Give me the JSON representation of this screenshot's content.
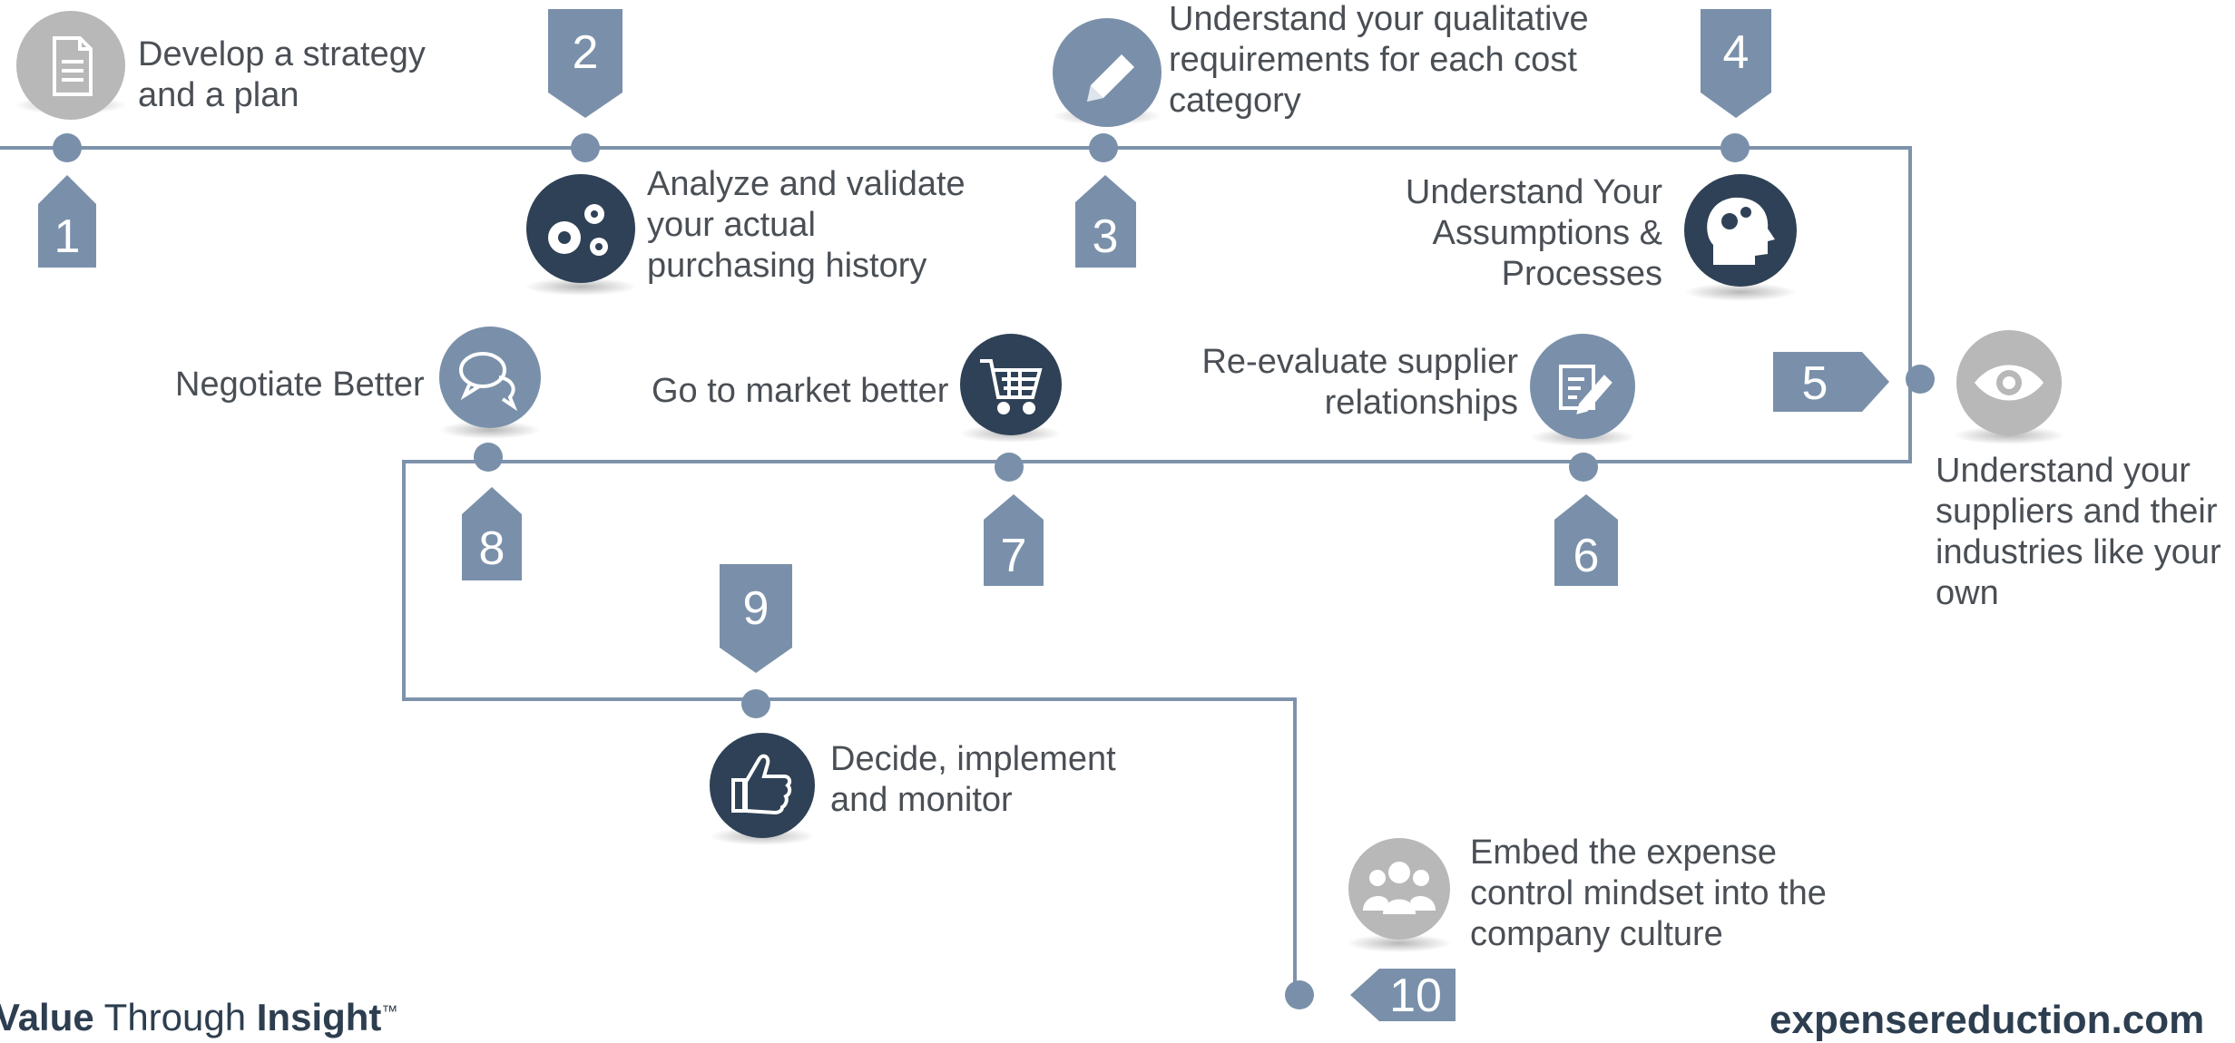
{
  "colors": {
    "line": "#7e93ab",
    "steel": "#7a90aa",
    "navy": "#2f4156",
    "gray": "#b8b8b8",
    "text": "#4a4f55"
  },
  "steps": [
    {
      "number": "1",
      "label": "Develop a strategy\nand a plan",
      "icon": "document-icon"
    },
    {
      "number": "2",
      "label": "Analyze and validate\nyour actual\npurchasing history",
      "icon": "gears-icon"
    },
    {
      "number": "3",
      "label": "Understand your qualitative\nrequirements for each cost\ncategory",
      "icon": "pencil-icon"
    },
    {
      "number": "4",
      "label": "Understand Your\nAssumptions &\nProcesses",
      "icon": "head-gears-icon"
    },
    {
      "number": "5",
      "label": "Understand your\nsuppliers and their\nindustries like your\nown",
      "icon": "eye-icon"
    },
    {
      "number": "6",
      "label": "Re-evaluate supplier\nrelationships",
      "icon": "edit-document-icon"
    },
    {
      "number": "7",
      "label": "Go to market better",
      "icon": "shopping-cart-icon"
    },
    {
      "number": "8",
      "label": "Negotiate Better",
      "icon": "speech-bubbles-icon"
    },
    {
      "number": "9",
      "label": "Decide, implement\nand monitor",
      "icon": "thumbs-up-icon"
    },
    {
      "number": "10",
      "label": "Embed the expense\ncontrol mindset into the\ncompany culture",
      "icon": "people-group-icon"
    }
  ],
  "footer": {
    "tagline_1": "Value",
    "tagline_2": " Through ",
    "tagline_3": "Insight",
    "tagline_tm": "™",
    "website": "expensereduction.com"
  }
}
